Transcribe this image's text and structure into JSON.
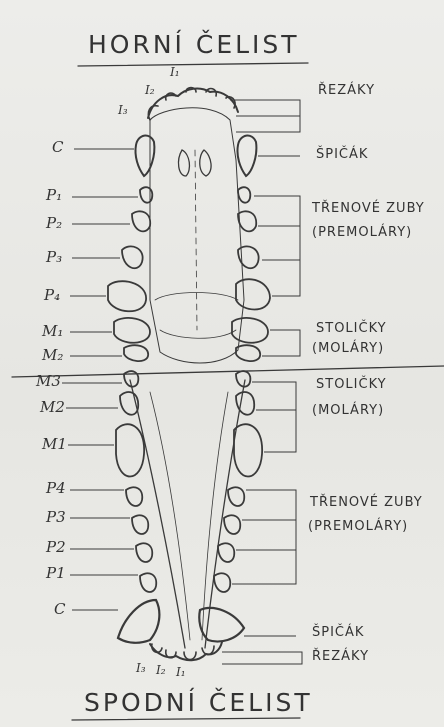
{
  "titles": {
    "upper_jaw": "HORNÍ ČELIST",
    "lower_jaw": "SPODNÍ ČELIST"
  },
  "upper_left_labels": {
    "i3": "I₃",
    "i2": "I₂",
    "i1": "I₁",
    "c": "C",
    "p1": "P₁",
    "p2": "P₂",
    "p3": "P₃",
    "p4": "P₄",
    "m1": "M₁",
    "m2": "M₂"
  },
  "lower_left_labels": {
    "m3": "M3",
    "m2": "M2",
    "m1": "M1",
    "p4": "P4",
    "p3": "P3",
    "p2": "P2",
    "p1": "P1",
    "c": "C",
    "i3": "I₃",
    "i2": "I₂",
    "i1": "I₁"
  },
  "upper_right_labels": {
    "incisors": "ŘEZÁKY",
    "canine": "ŠPIČÁK",
    "premolars_1": "TŘENOVÉ ZUBY",
    "premolars_2": "(PREMOLÁRY)",
    "molars_1": "STOLIČKY",
    "molars_2": "(MOLÁRY)"
  },
  "lower_right_labels": {
    "molars_1": "STOLIČKY",
    "molars_2": "(MOLÁRY)",
    "premolars_1": "TŘENOVÉ ZUBY",
    "premolars_2": "(PREMOLÁRY)",
    "canine": "ŠPIČÁK",
    "incisors": "ŘEZÁKY"
  }
}
